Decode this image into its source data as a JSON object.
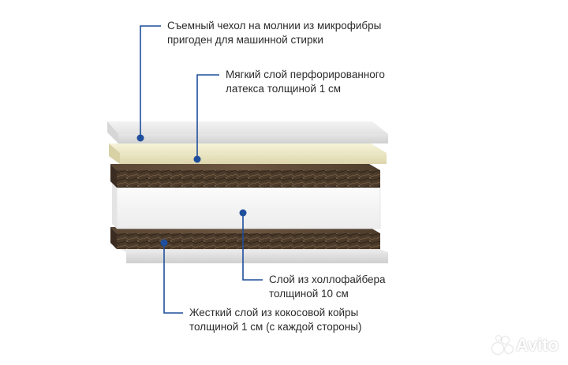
{
  "colors": {
    "accent": "#1f4e9c",
    "cover": "#eeeeee",
    "latex": "#efeccd",
    "coir": "#4a3a2b",
    "hollofiber": "#f8f8f8",
    "text": "#2b2b2b"
  },
  "callouts": {
    "cover": {
      "line1": "Съемный чехол на молнии из микрофибры",
      "line2": "пригоден для машинной стирки"
    },
    "latex": {
      "line1": "Мягкий слой перфорированного",
      "line2": "латекса толщиной 1 см"
    },
    "hollofiber": {
      "line1": "Слой из холлофайбера",
      "line2": "толщиной 10 см"
    },
    "coir": {
      "line1": "Жесткий слой из кокосовой койры",
      "line2": "толщиной 1 см (с каждой стороны)"
    }
  },
  "watermark": {
    "text": "Avito",
    "icon": "avito-dots-icon"
  }
}
